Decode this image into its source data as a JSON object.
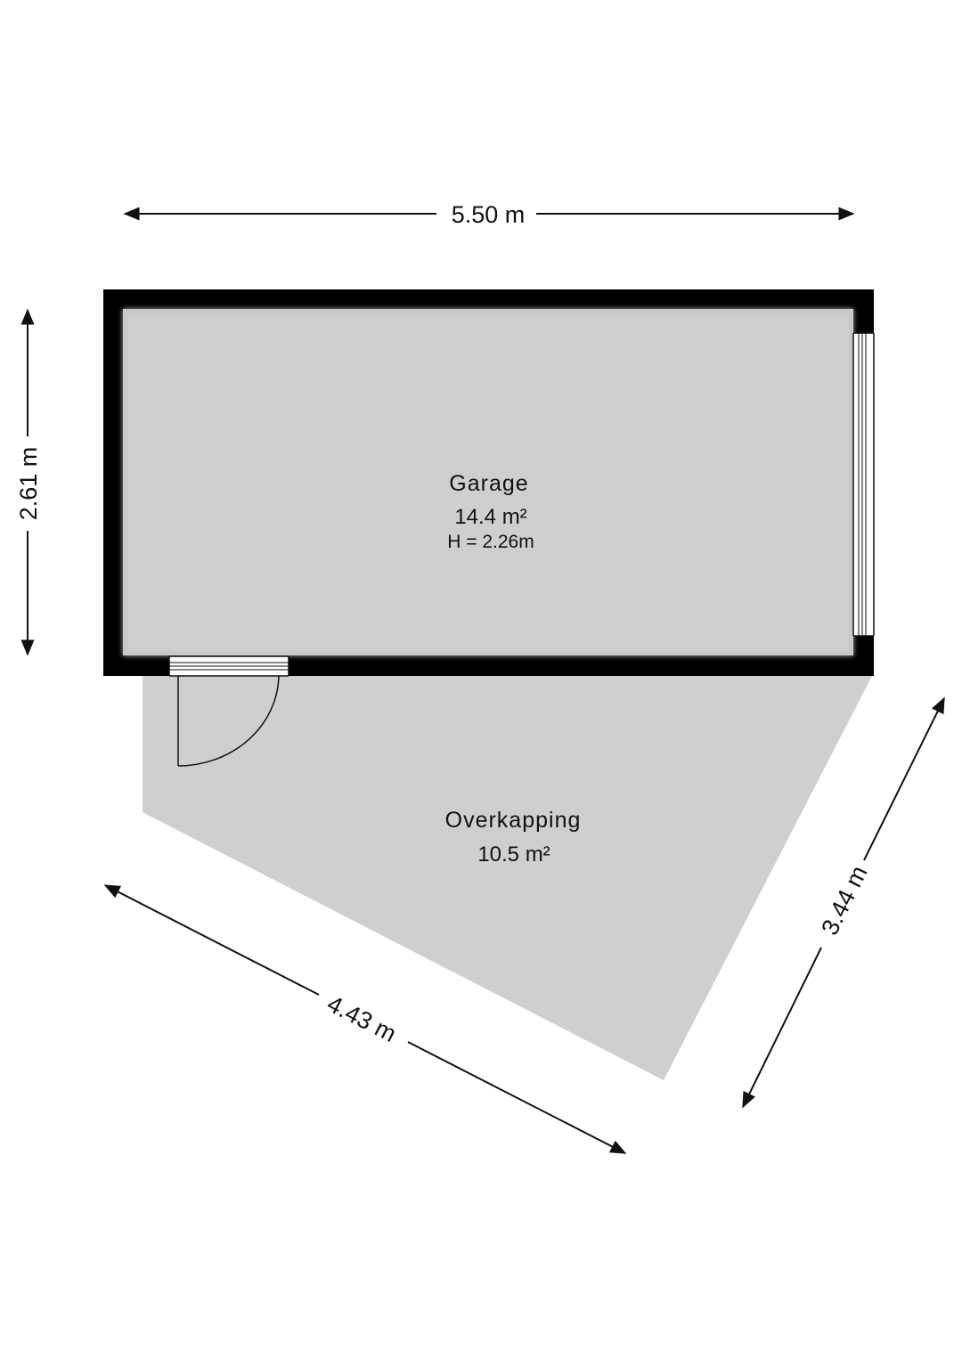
{
  "rooms": {
    "garage": {
      "name": "Garage",
      "area": "14.4 m²",
      "height": "H = 2.26m"
    },
    "overkapping": {
      "name": "Overkapping",
      "area": "10.5 m²"
    }
  },
  "dimensions": {
    "top": "5.50 m",
    "left": "2.61 m",
    "diagonal_right": "3.44 m",
    "diagonal_bottom": "4.43 m"
  },
  "colors": {
    "floor": "#cfcfcf",
    "wall": "#000000",
    "background": "#ffffff",
    "line": "#111111"
  }
}
